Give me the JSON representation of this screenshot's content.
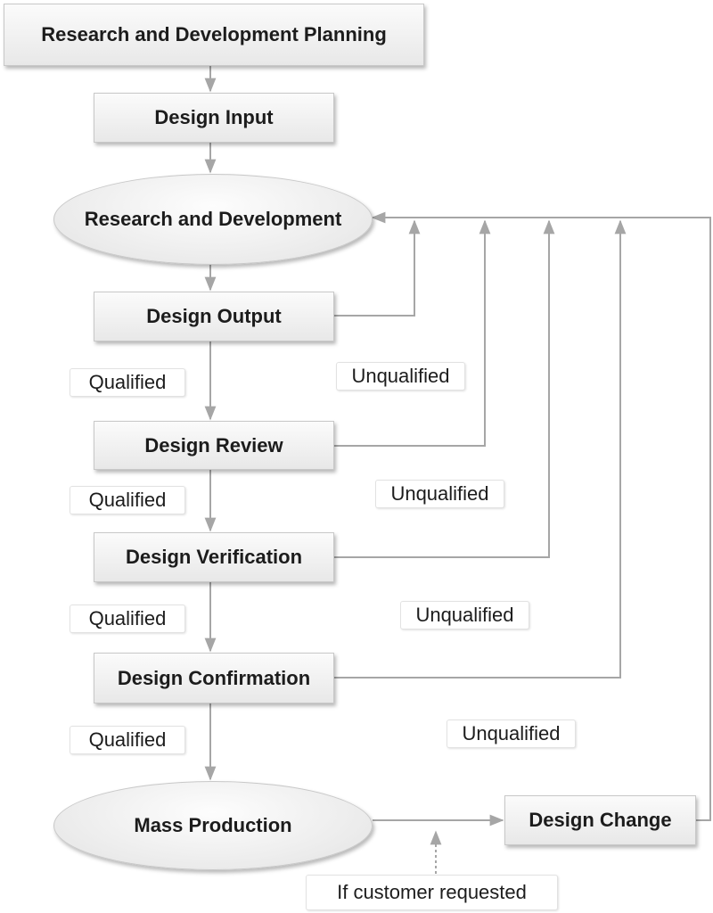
{
  "nodes": {
    "rd_planning": "Research and Development Planning",
    "design_input": "Design Input",
    "rd": "Research and Development",
    "design_output": "Design Output",
    "design_review": "Design Review",
    "design_verification": "Design Verification",
    "design_confirmation": "Design Confirmation",
    "mass_production": "Mass Production",
    "design_change": "Design Change"
  },
  "labels": {
    "qualified_1": "Qualified",
    "qualified_2": "Qualified",
    "qualified_3": "Qualified",
    "qualified_4": "Qualified",
    "unqualified_1": "Unqualified",
    "unqualified_2": "Unqualified",
    "unqualified_3": "Unqualified",
    "unqualified_4": "Unqualified",
    "customer_request": "If customer requested"
  },
  "colors": {
    "line": "#a6a6a6",
    "node_border": "#c8c8c8"
  }
}
